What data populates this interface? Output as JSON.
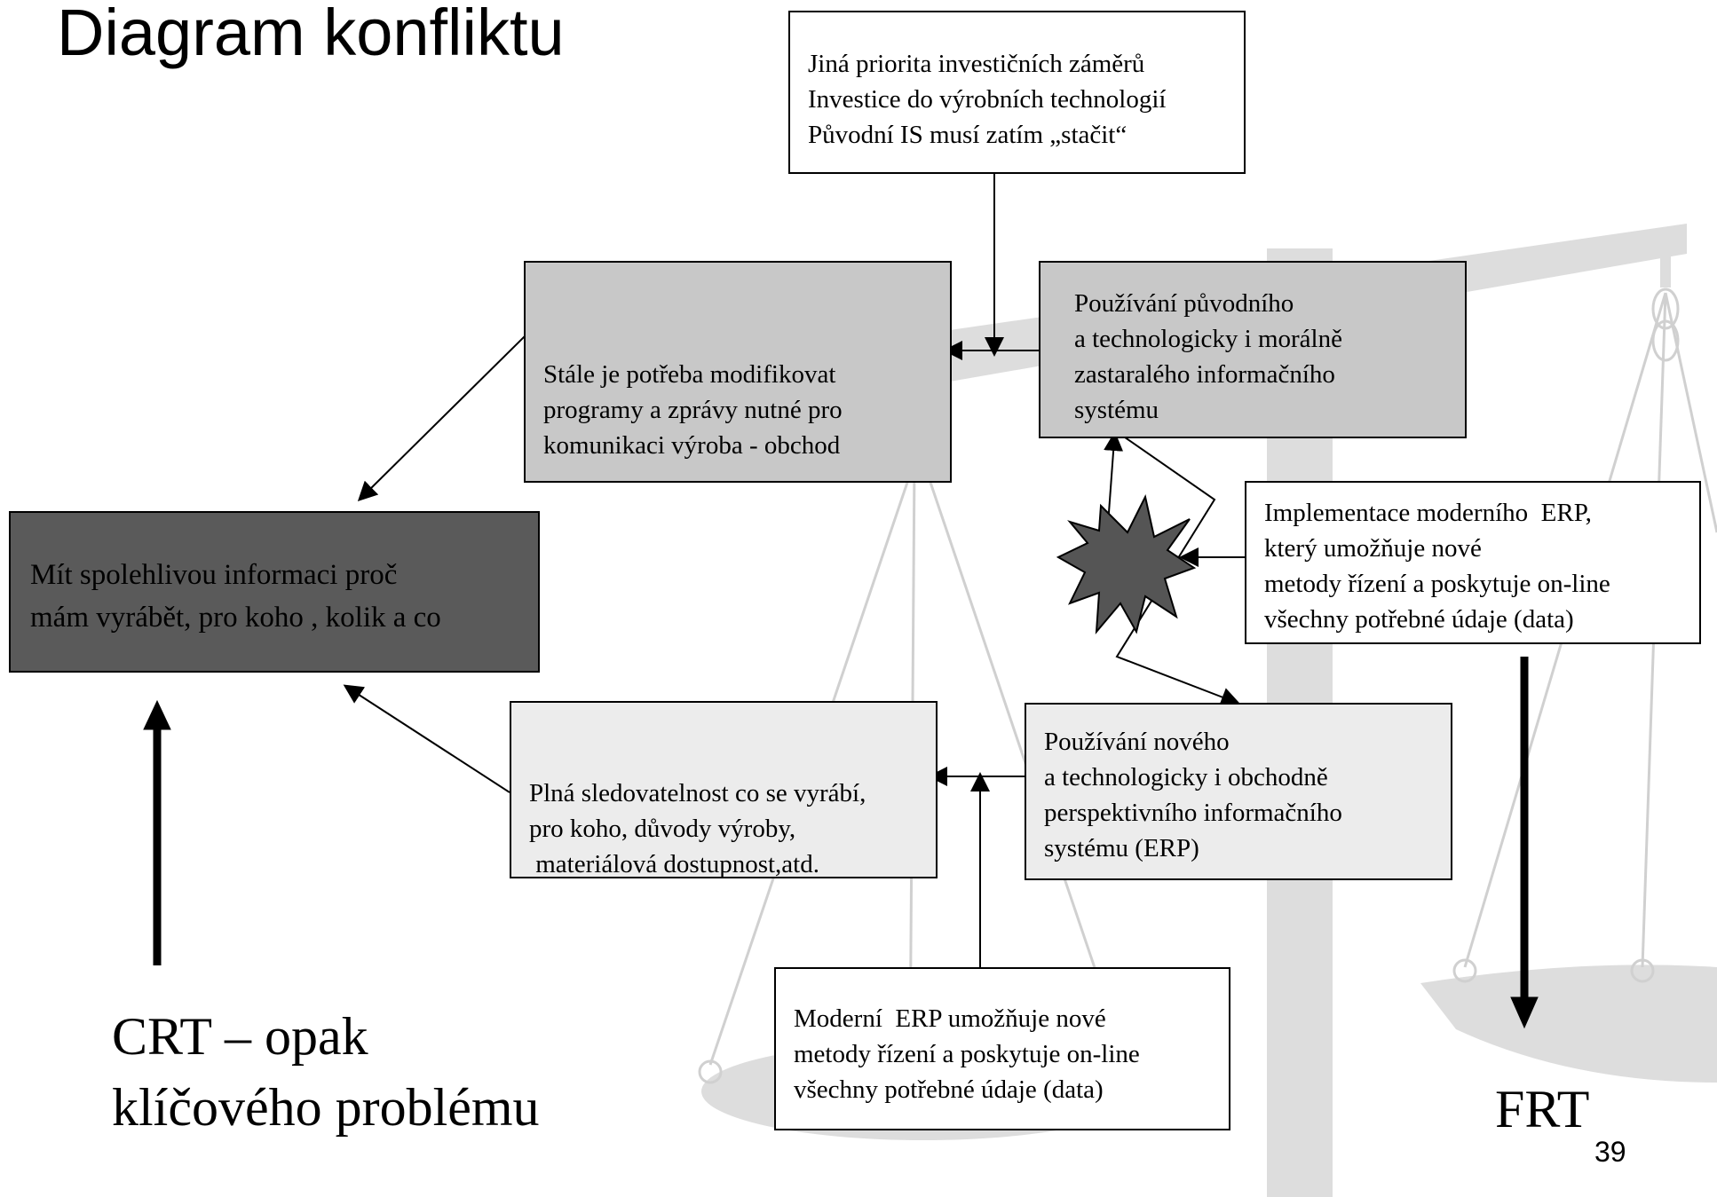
{
  "slide": {
    "title": "Diagram konfliktu",
    "page_number": "39",
    "crt_label": [
      "CRT – opak",
      "klíčového problému"
    ],
    "frt_label": "FRT"
  },
  "boxes": {
    "priority": {
      "lines": [
        "Jiná priorita investičních záměrů",
        "Investice do výrobních technologií",
        "Původní IS musí zatím „stačit“"
      ],
      "fill": "#ffffff"
    },
    "modify": {
      "lines": [
        "Stále je potřeba modifikovat",
        "programy a zprávy nutné pro",
        "komunikaci výroba - obchod"
      ],
      "fill": "#c8c8c8"
    },
    "old_is": {
      "lines": [
        "Používání původního",
        "a technologicky i morálně",
        "zastaralého informačního",
        "systému"
      ],
      "fill": "#c8c8c8"
    },
    "goal": {
      "lines": [
        "Mít spolehlivou informaci proč",
        "mám vyrábět, pro koho , kolik a co"
      ],
      "fill": "#5a5a5a"
    },
    "implement": {
      "lines": [
        "Implementace moderního  ERP,",
        "který umožňuje nové",
        "metody řízení a poskytuje on-line",
        "všechny potřebné údaje (data)"
      ],
      "fill": "#ffffff"
    },
    "traceability": {
      "lines": [
        "Plná sledovatelnost co se vyrábí,",
        "pro koho, důvody výroby,",
        " materiálová dostupnost,atd."
      ],
      "fill": "#ececec"
    },
    "new_is": {
      "lines": [
        "Používání nového",
        "a technologicky i obchodně",
        "perspektivního informačního",
        "systému (ERP)"
      ],
      "fill": "#ececec"
    },
    "modern_erp": {
      "lines": [
        "Moderní  ERP umožňuje nové",
        "metody řízení a poskytuje on-line",
        "všechny potřebné údaje (data)"
      ],
      "fill": "#ffffff"
    }
  },
  "colors": {
    "scale_gray": "#dddddd",
    "burst": "#555555",
    "line": "#000000"
  }
}
